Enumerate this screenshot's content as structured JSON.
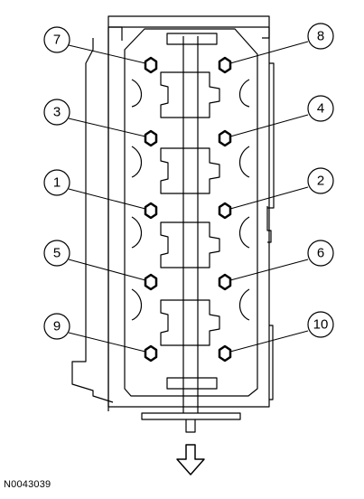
{
  "figure_id": "N0043039",
  "callouts": [
    {
      "id": "bolt-7",
      "label": "7"
    },
    {
      "id": "bolt-8",
      "label": "8"
    },
    {
      "id": "bolt-3",
      "label": "3"
    },
    {
      "id": "bolt-4",
      "label": "4"
    },
    {
      "id": "bolt-1",
      "label": "1"
    },
    {
      "id": "bolt-2",
      "label": "2"
    },
    {
      "id": "bolt-5",
      "label": "5"
    },
    {
      "id": "bolt-6",
      "label": "6"
    },
    {
      "id": "bolt-9",
      "label": "9"
    },
    {
      "id": "bolt-10",
      "label": "10"
    }
  ],
  "direction_arrow": "down-arrow-icon"
}
